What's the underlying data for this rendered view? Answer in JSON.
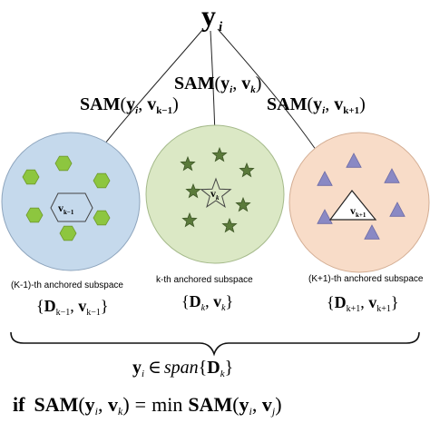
{
  "top_label": {
    "main": "y",
    "sub": "i"
  },
  "edges": [
    {
      "func": "SAM",
      "a": "y",
      "a_sub": "i",
      "b": "v",
      "b_sub": "k−1"
    },
    {
      "func": "SAM",
      "a": "y",
      "a_sub": "i",
      "b": "v",
      "b_sub": "k"
    },
    {
      "func": "SAM",
      "a": "y",
      "a_sub": "i",
      "b": "v",
      "b_sub": "k+1"
    }
  ],
  "subspaces": [
    {
      "caption": "(K-1)-th anchored subspace",
      "set": {
        "D_sub": "k−1",
        "v_sub": "k−1"
      },
      "anchor": {
        "main": "v",
        "sub": "k−1"
      },
      "fill": "#c5d9ec",
      "marker_color": "#8dc63f",
      "marker": "hexagon"
    },
    {
      "caption": "k-th anchored subspace",
      "set": {
        "D_sub": "k",
        "v_sub": "k"
      },
      "anchor": {
        "main": "v",
        "sub": "k"
      },
      "fill": "#dbe8c5",
      "marker_color": "#5a7a3a",
      "marker": "star"
    },
    {
      "caption": "(K+1)-th anchored subspace",
      "set": {
        "D_sub": "k+1",
        "v_sub": "k+1"
      },
      "anchor": {
        "main": "v",
        "sub": "k+1"
      },
      "fill": "#f8dcc8",
      "marker_color": "#8a89c4",
      "marker": "triangle"
    }
  ],
  "span_eq": {
    "lhs": "y",
    "lhs_sub": "i",
    "rel": "∈",
    "fn": "span",
    "arg": "D",
    "arg_sub": "k"
  },
  "condition": {
    "if": "if",
    "lhs_func": "SAM",
    "lhs_a": "y",
    "lhs_a_sub": "i",
    "lhs_b": "v",
    "lhs_b_sub": "k",
    "eq": "=",
    "min": "min",
    "rhs_func": "SAM",
    "rhs_a": "y",
    "rhs_a_sub": "i",
    "rhs_b": "v",
    "rhs_b_sub": "j"
  }
}
